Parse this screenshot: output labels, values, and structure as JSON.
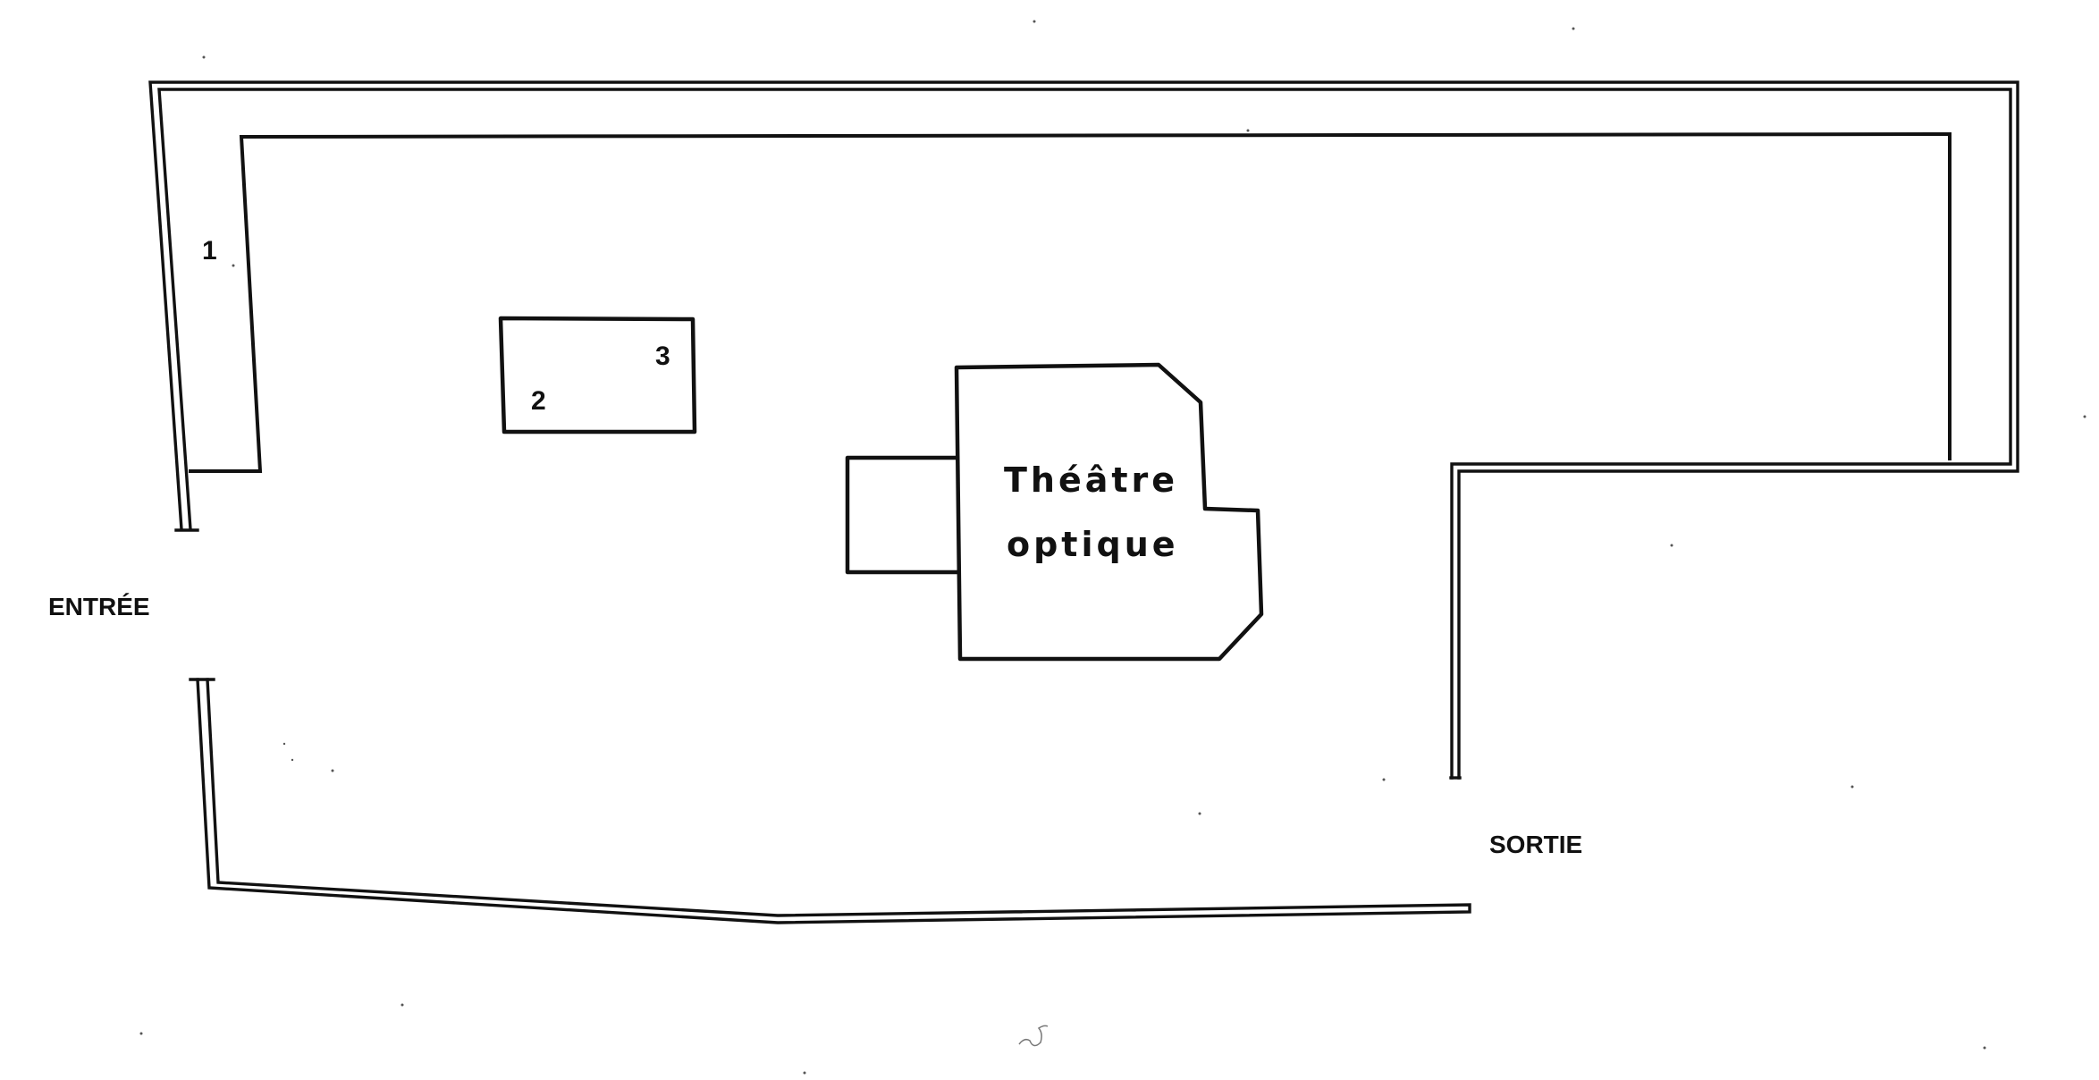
{
  "plan": {
    "entrance_label": "ENTRÉE",
    "exit_label": "SORTIE",
    "theatre_line1": "Théâtre",
    "theatre_line2": "optique",
    "marker_1": "1",
    "marker_2": "2",
    "marker_3": "3"
  },
  "colors": {
    "ink": "#111111",
    "background": "#ffffff"
  }
}
